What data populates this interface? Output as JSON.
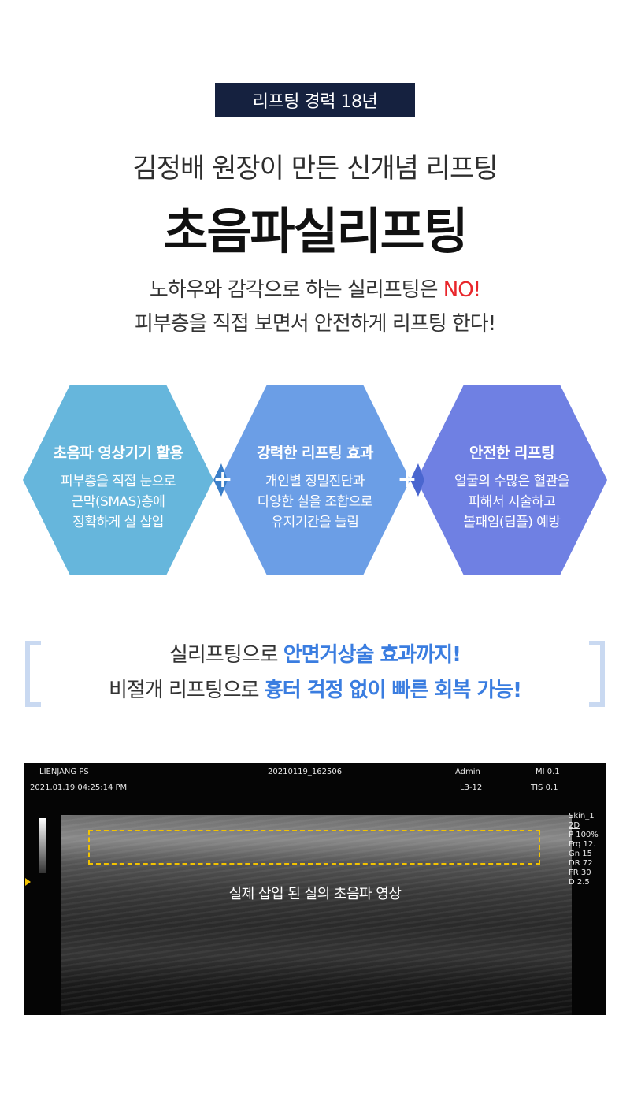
{
  "badge": "리프팅 경력 18년",
  "subtitle": "김정배 원장이 만든 신개념 리프팅",
  "title": "초음파실리프팅",
  "lead": {
    "line1_prefix": "노하우와 감각으로 하는 실리프팅은 ",
    "line1_no": "NO!",
    "line2": "피부층을 직접 보면서 안전하게 리프팅 한다!"
  },
  "hexes": [
    {
      "title": "초음파 영상기기 활용",
      "lines": [
        "피부층을 직접 눈으로",
        "근막(SMAS)층에",
        "정확하게 실 삽입"
      ],
      "color": "#66b6dc"
    },
    {
      "title": "강력한 리프팅 효과",
      "lines": [
        "개인별 정밀진단과",
        "다양한 실을 조합으로",
        "유지기간을 늘림"
      ],
      "color": "#6b9ee6"
    },
    {
      "title": "안전한 리프팅",
      "lines": [
        "얼굴의 수많은 혈관을",
        "피해서 시술하고",
        "볼패임(딤플) 예방"
      ],
      "color": "#6f80e3"
    }
  ],
  "plus_symbol": "+",
  "quote": {
    "line1_prefix": "실리프팅으로 ",
    "line1_highlight": "안면거상술 효과까지!",
    "line2_prefix": "비절개 리프팅으로 ",
    "line2_highlight": "흉터 걱정 없이 빠른 회복 가능!"
  },
  "ultrasound": {
    "clinic": "LIENJANG PS",
    "datetime": "2021.01.19   04:25:14 PM",
    "file_id": "20210119_162506",
    "user": "Admin",
    "probe": "L3-12",
    "mi": "MI 0.1",
    "tis": "TIS 0.1",
    "params": [
      "Skin_1",
      "2D",
      "P 100%",
      "Frq 12.",
      "Gn 15",
      "DR 72",
      "FR 30",
      "D 2.5"
    ],
    "caption": "실제 삽입 된 실의 초음파 영상"
  }
}
